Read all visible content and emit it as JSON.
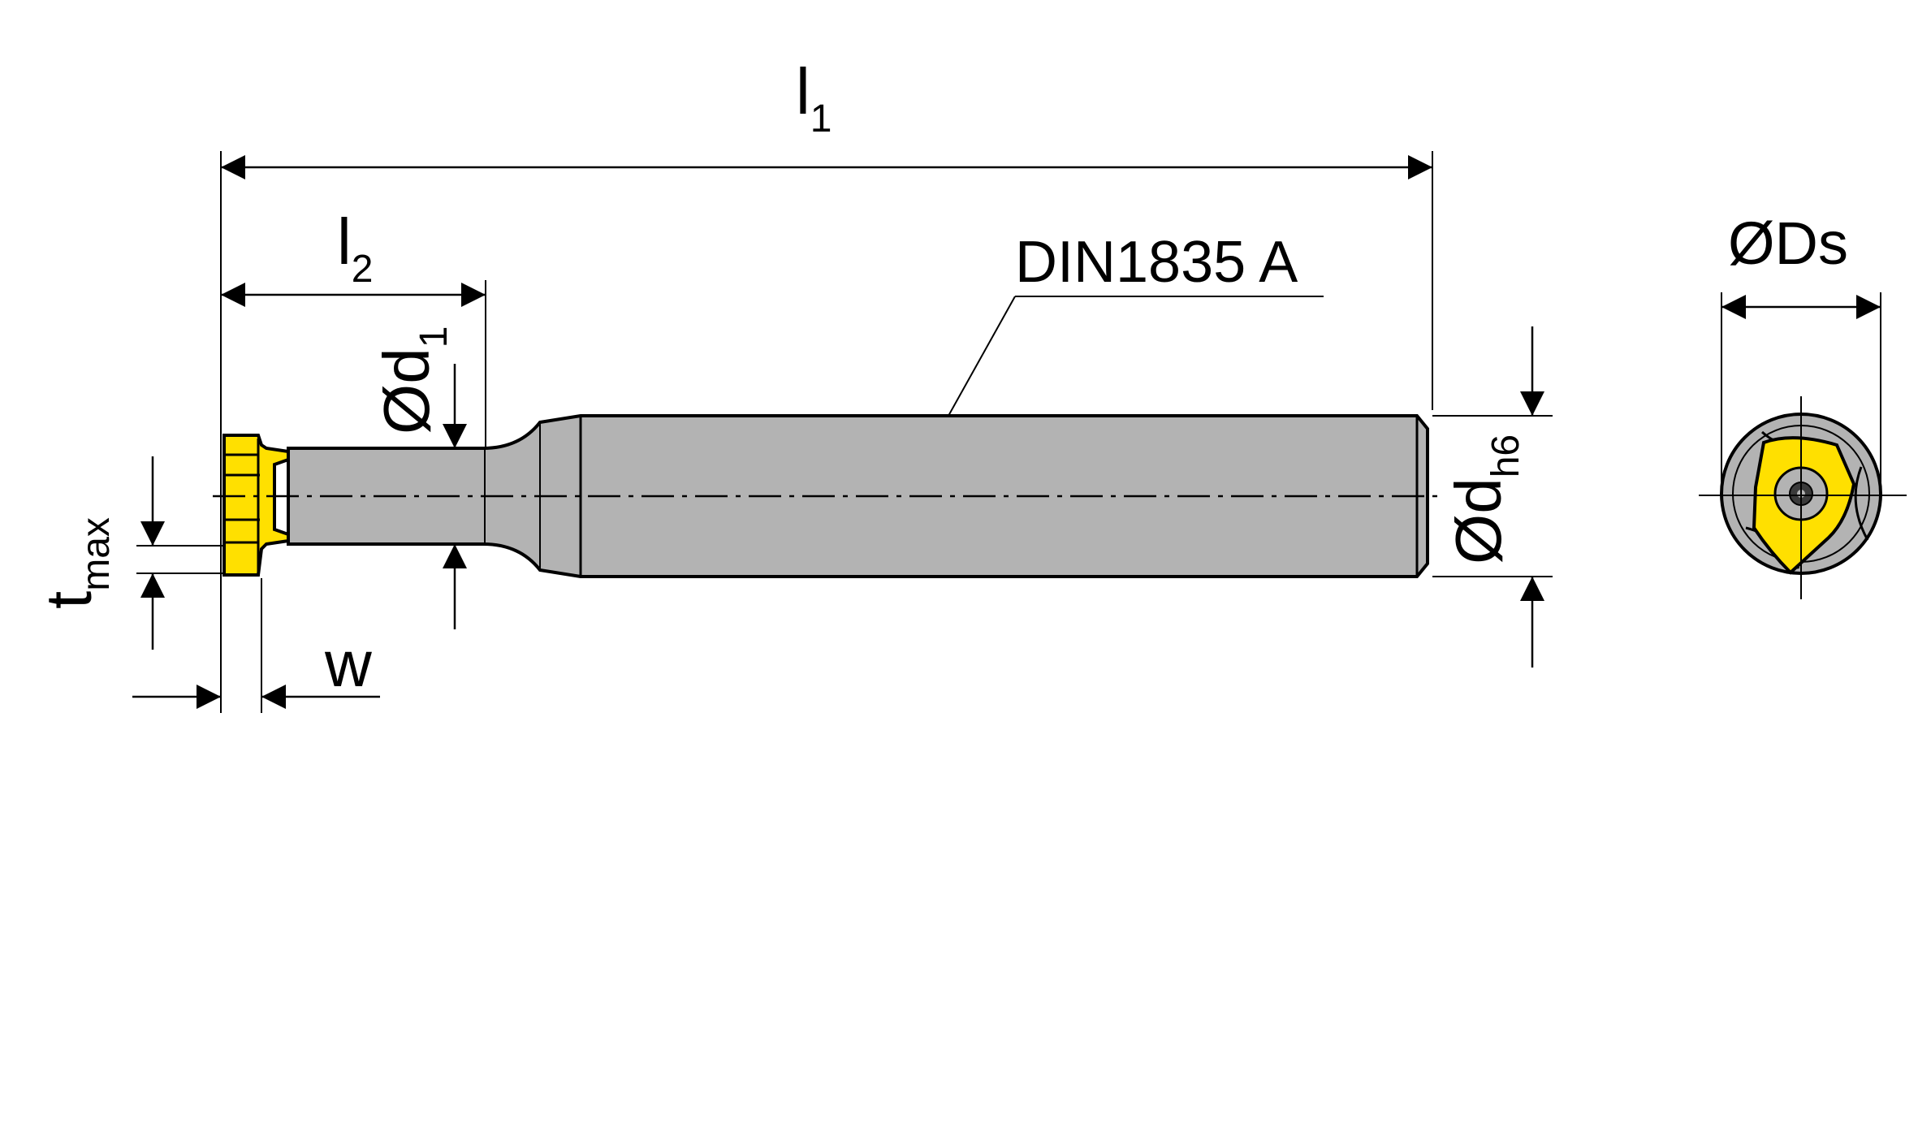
{
  "colors": {
    "shank": "#b3b3b3",
    "insert": "#ffe000",
    "line": "#000000",
    "background": "#ffffff"
  },
  "dimensions": {
    "l1": {
      "main": "l",
      "sub": "1"
    },
    "l2": {
      "main": "l",
      "sub": "2"
    },
    "d1": {
      "main": "Ød",
      "sub": "1"
    },
    "dh6": {
      "main": "Ød",
      "sub": "h6"
    },
    "tmax": {
      "main": "t",
      "sub": "max"
    },
    "w": {
      "main": "w"
    },
    "ds": {
      "main": "ØDs"
    }
  },
  "callout": {
    "text": "DIN1835 A"
  }
}
